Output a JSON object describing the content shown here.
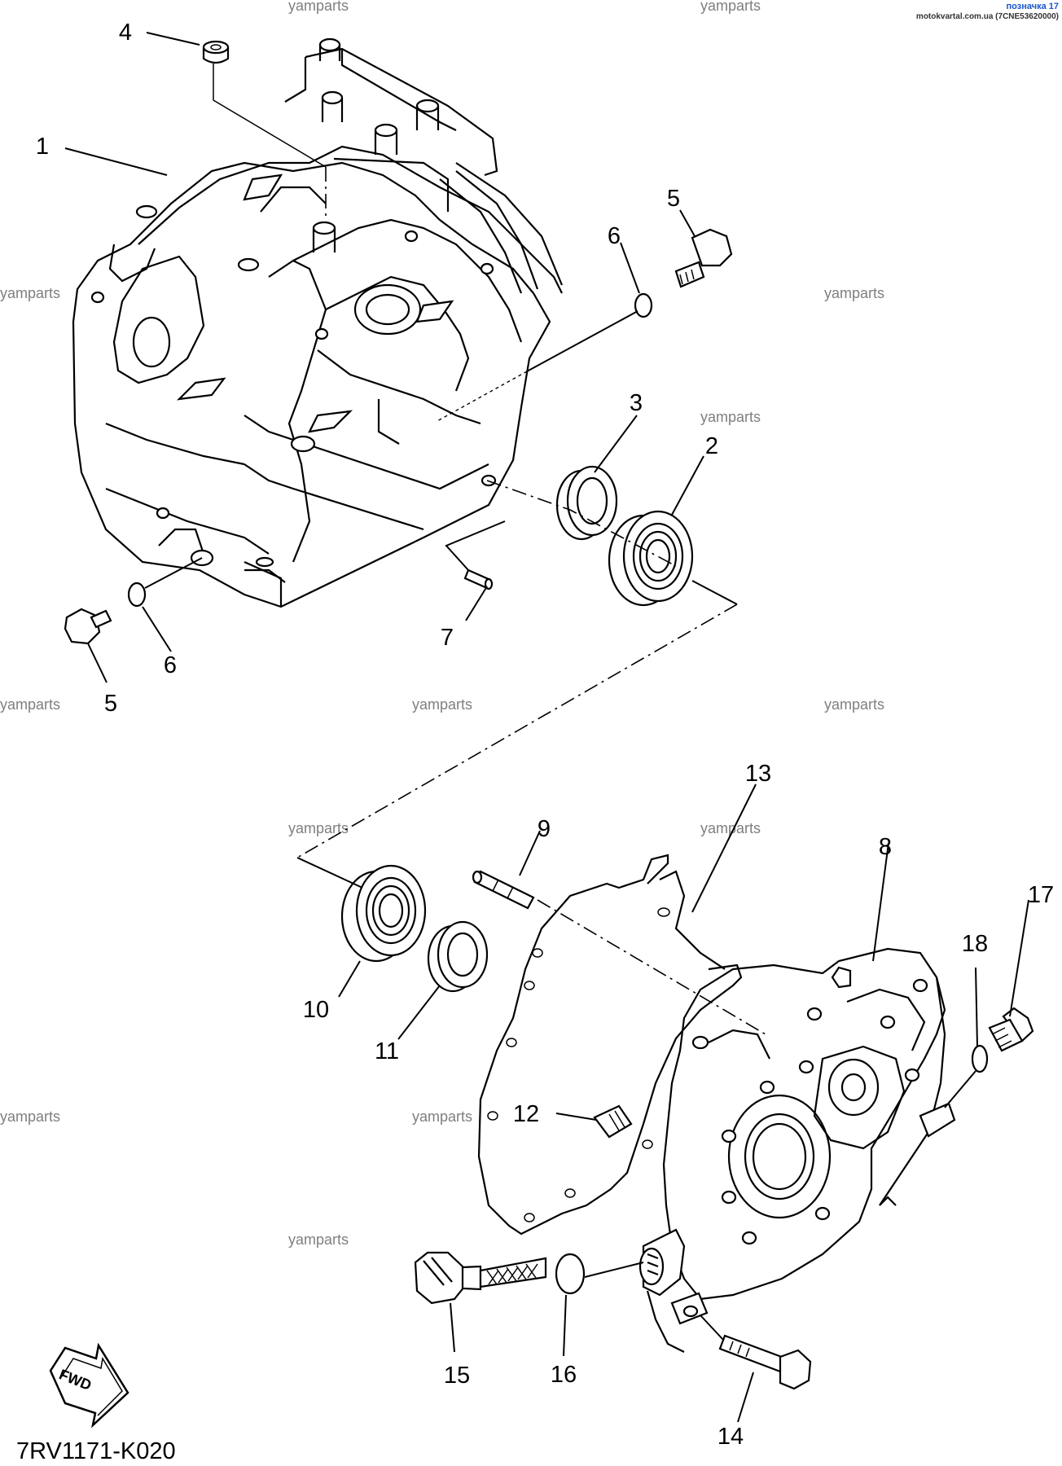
{
  "header": {
    "ref_label": "позначка 17",
    "ref_source": "motokvartal.com.ua (7CNE53620000)"
  },
  "watermark_text": "yamparts",
  "part_numbers": {
    "n1": "1",
    "n2": "2",
    "n3": "3",
    "n4": "4",
    "n5a": "5",
    "n5b": "5",
    "n6a": "6",
    "n6b": "6",
    "n7": "7",
    "n8": "8",
    "n9": "9",
    "n10": "10",
    "n11": "11",
    "n12": "12",
    "n13": "13",
    "n14": "14",
    "n15": "15",
    "n16": "16",
    "n17": "17",
    "n18": "18"
  },
  "fwd_label": "FWD",
  "diagram_code": "7RV1171-K020"
}
